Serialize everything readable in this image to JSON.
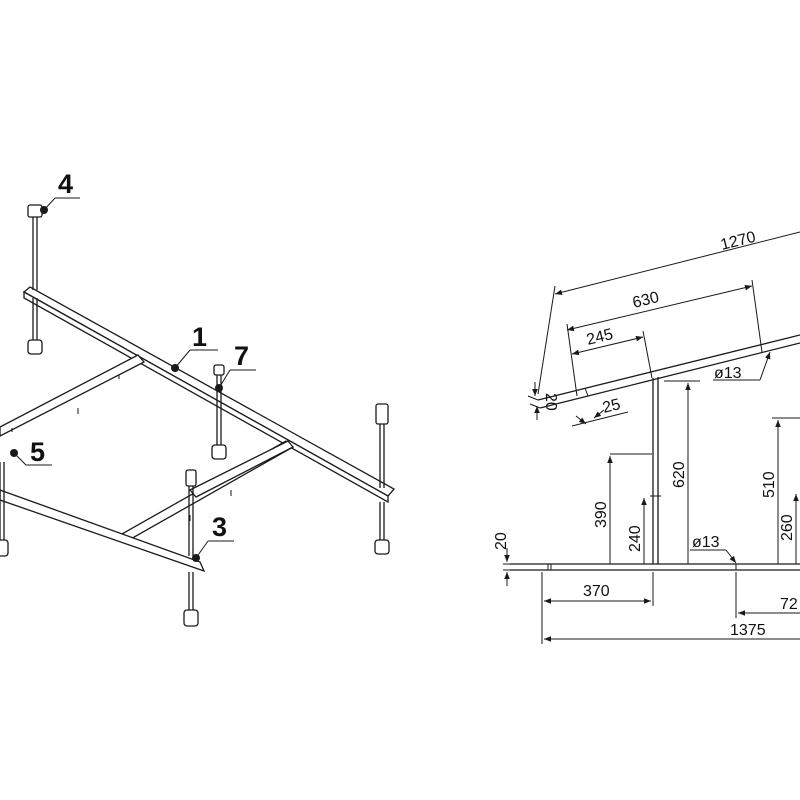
{
  "isometric": {
    "callouts": [
      {
        "id": "c1",
        "label": "1"
      },
      {
        "id": "c3",
        "label": "3"
      },
      {
        "id": "c4",
        "label": "4"
      },
      {
        "id": "c5",
        "label": "5"
      },
      {
        "id": "c7",
        "label": "7"
      }
    ]
  },
  "dimensions": {
    "d1270": "1270",
    "d630": "630",
    "d245": "245",
    "d20top": "20",
    "d25": "25",
    "dia13top": "ø13",
    "d620": "620",
    "d390": "390",
    "d240": "240",
    "d510": "510",
    "d260": "260",
    "d20bottom": "20",
    "dia13bottom": "ø13",
    "d370": "370",
    "d72": "72",
    "d1375": "1375"
  },
  "colors": {
    "ink": "#1a1a1a",
    "paper": "#ffffff"
  }
}
